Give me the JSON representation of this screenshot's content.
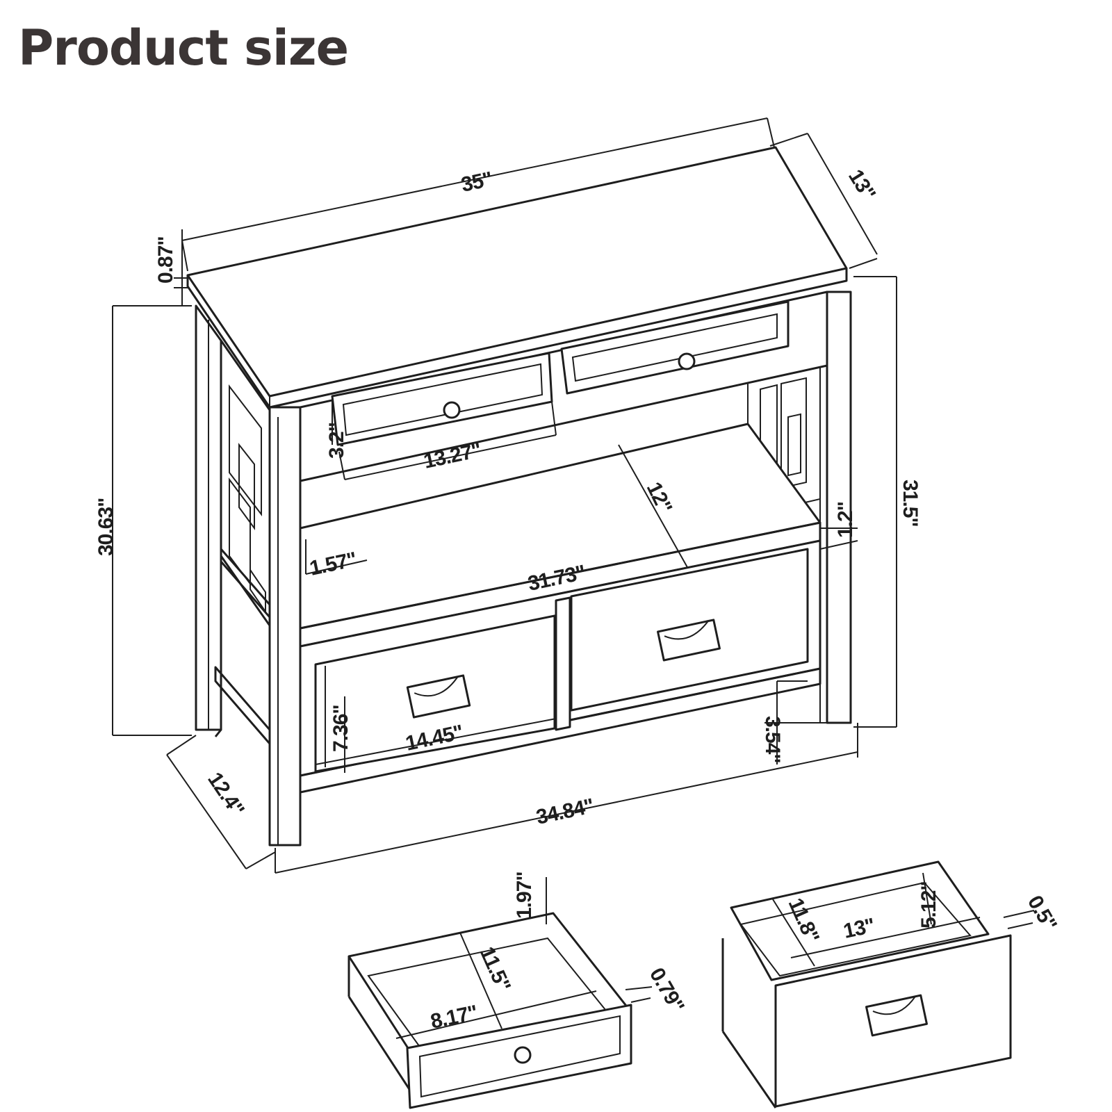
{
  "title": "Product size",
  "dimensions": {
    "top_width": "35\"",
    "top_depth": "13\"",
    "top_thickness": "0.87\"",
    "left_height": "30.63\"",
    "total_height": "31.5\"",
    "small_drawer_front_height": "3.2\"",
    "small_drawer_front_width": "13.27\"",
    "shelf_depth": "12\"",
    "shelf_gap": "1.2\"",
    "shelf_edge": "1.57\"",
    "shelf_width": "31.73\"",
    "large_drawer_front_height": "7.36\"",
    "large_drawer_front_width": "14.45\"",
    "leg_clearance": "3.54\"",
    "base_width": "34.84\"",
    "base_depth": "12.4\"",
    "small_drawer_box_height": "1.97\"",
    "small_drawer_box_depth": "11.5\"",
    "small_drawer_box_width": "8.17\"",
    "small_drawer_front_thickness": "0.79\"",
    "large_drawer_box_depth": "11.8\"",
    "large_drawer_box_width": "13\"",
    "large_drawer_box_height": "5.12\"",
    "large_drawer_front_thickness": "0.5\""
  }
}
